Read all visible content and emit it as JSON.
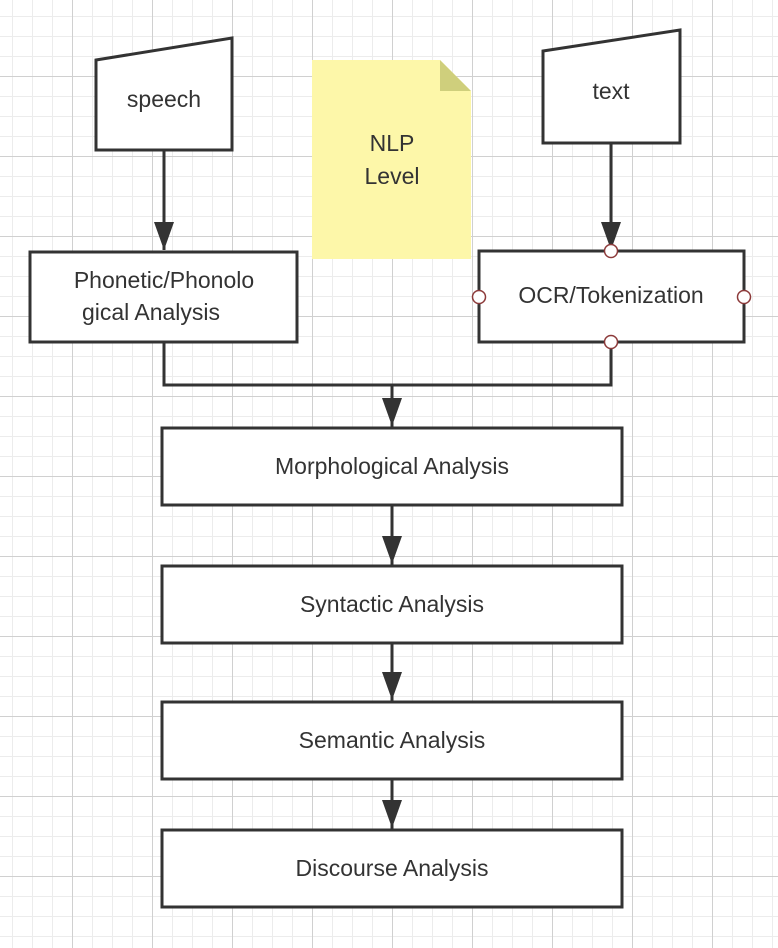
{
  "diagram": {
    "speech": {
      "label": "speech"
    },
    "text": {
      "label": "text"
    },
    "note": {
      "line1": "NLP",
      "line2": "Level"
    },
    "phonetic": {
      "line1": "Phonetic/Phonolo",
      "line2": "gical Analysis"
    },
    "ocr": {
      "label": "OCR/Tokenization"
    },
    "morphological": {
      "label": "Morphological Analysis"
    },
    "syntactic": {
      "label": "Syntactic Analysis"
    },
    "semantic": {
      "label": "Semantic Analysis"
    },
    "discourse": {
      "label": "Discourse Analysis"
    }
  },
  "colors": {
    "stroke": "#333333",
    "note_fill": "#fdf7a9",
    "note_fold": "#cfcf7c",
    "port_stroke": "#8c3a3a"
  }
}
